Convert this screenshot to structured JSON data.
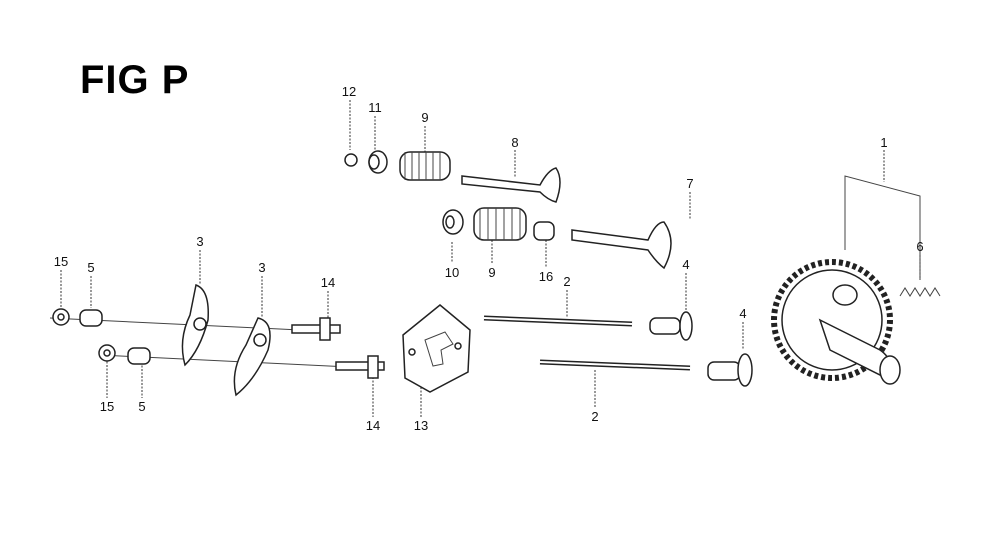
{
  "title": "FIG P",
  "callouts": [
    "12",
    "11",
    "9",
    "8",
    "7",
    "1",
    "6",
    "10",
    "9",
    "16",
    "2",
    "4",
    "4",
    "3",
    "3",
    "15",
    "5",
    "14",
    "15",
    "5",
    "14",
    "13",
    "2"
  ]
}
